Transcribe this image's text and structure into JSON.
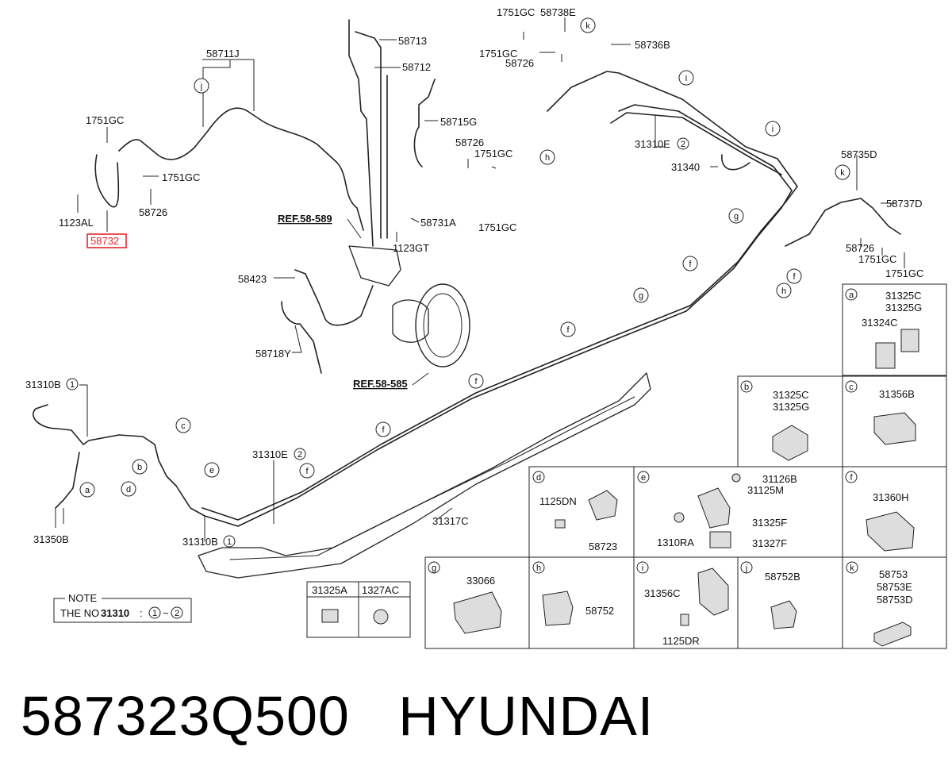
{
  "parts": {
    "p58711J": "58711J",
    "p58713": "58713",
    "p58712": "58712",
    "p58715G": "58715G",
    "p1751GC_a": "1751GC",
    "p1751GC_b": "1751GC",
    "p58726_a": "58726",
    "p1123AL": "1123AL",
    "p58732": "58732",
    "p58726_b": "58726",
    "p1751GC_c": "1751GC",
    "p58731A": "58731A",
    "p1751GC_d": "1751GC",
    "p1123GT": "1123GT",
    "p58423": "58423",
    "p58718Y": "58718Y",
    "p1751GC_e": "1751GC",
    "p58738E": "58738E",
    "p1751GC_f": "1751GC",
    "p58726_c": "58726",
    "p58736B": "58736B",
    "p31310E2_top": "31310E",
    "p31340": "31340",
    "p58735D": "58735D",
    "p58737D": "58737D",
    "p58726_d": "58726",
    "p1751GC_g": "1751GC",
    "p1751GC_h": "1751GC",
    "p31310B1_top": "31310B",
    "p31350B": "31350B",
    "p31310E2_mid": "31310E",
    "p31310B1_bot": "31310B",
    "p31317C": "31317C"
  },
  "refs": {
    "ref589": "REF.58-589",
    "ref585": "REF.58-585"
  },
  "circle_nums": {
    "one": "1",
    "two": "2"
  },
  "callouts": {
    "a": "a",
    "b": "b",
    "c": "c",
    "d": "d",
    "e": "e",
    "f": "f",
    "g": "g",
    "h": "h",
    "i": "i",
    "j": "j",
    "k": "k"
  },
  "detail_parts": {
    "a1": "31325C",
    "a2": "31325G",
    "a3": "31324C",
    "b1": "31325C",
    "b2": "31325G",
    "c1": "31356B",
    "d1": "1125DN",
    "d2": "58723",
    "e1": "31126B",
    "e2": "31125M",
    "e3": "31325F",
    "e4": "1310RA",
    "e5": "31327F",
    "f1": "31360H",
    "g1": "33066",
    "h1": "58752",
    "i1": "31356C",
    "i2": "1125DR",
    "j1": "58752B",
    "k1": "58753",
    "k2": "58753E",
    "k3": "58753D"
  },
  "small_table": {
    "col1": "31325A",
    "col2": "1327AC"
  },
  "note": {
    "title": "NOTE",
    "prefix": "THE NO",
    "num": "31310",
    "range_sep": ":",
    "from": "1",
    "tilde": "~",
    "to": "2"
  },
  "footer": {
    "part_number": "587323Q500",
    "brand": "HYUNDAI"
  },
  "colors": {
    "highlight": "#e8252d",
    "line": "#1a1a1a"
  }
}
